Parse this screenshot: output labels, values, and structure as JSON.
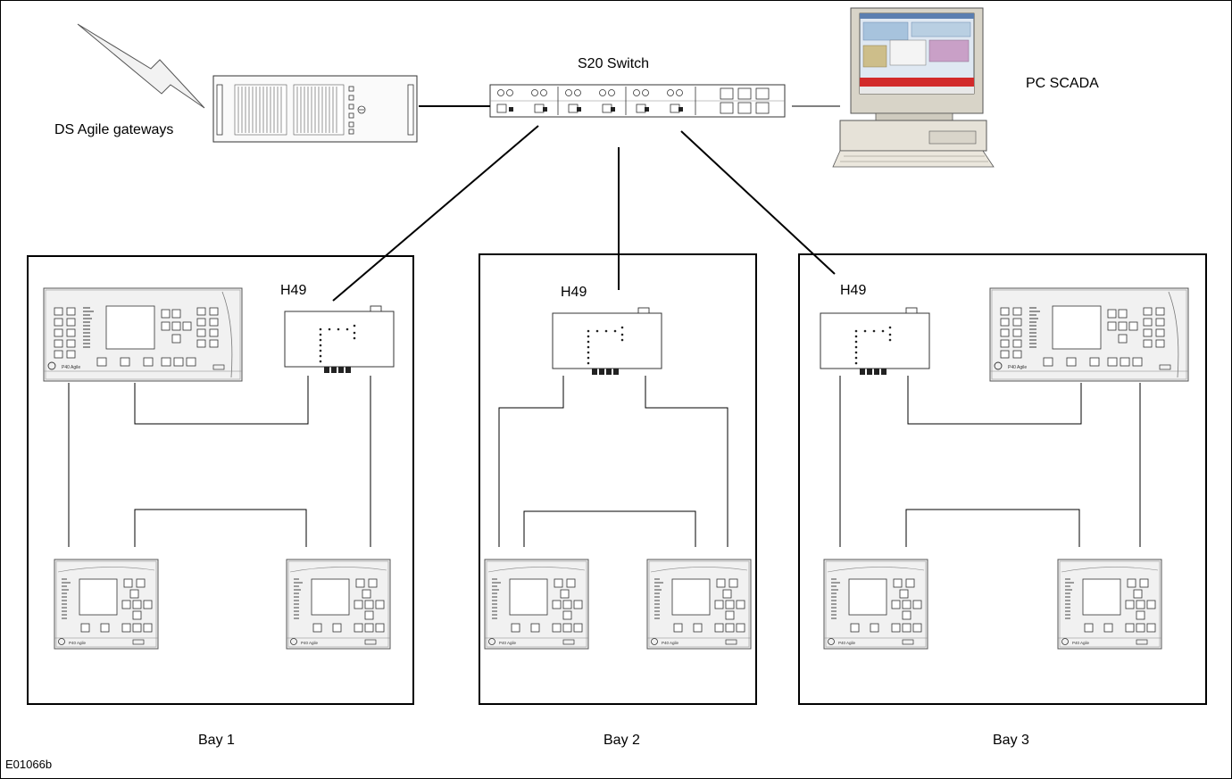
{
  "labels": {
    "gateways": "DS Agile gateways",
    "switch": "S20 Switch",
    "scada": "PC SCADA",
    "h49_1": "H49",
    "h49_2": "H49",
    "h49_3": "H49",
    "bay1": "Bay 1",
    "bay2": "Bay 2",
    "bay3": "Bay 3",
    "figure_id": "E01066b"
  },
  "device_text": {
    "relay_brand": "P40 Agile"
  }
}
